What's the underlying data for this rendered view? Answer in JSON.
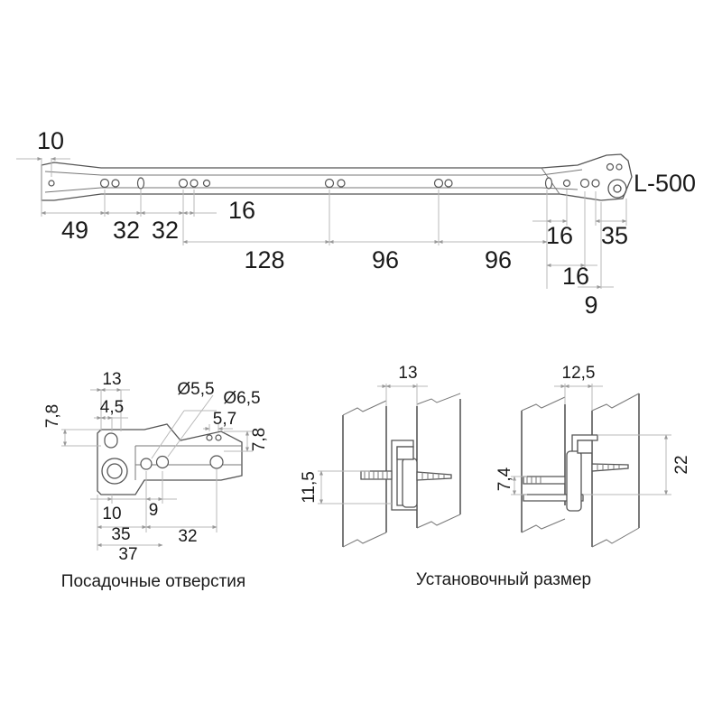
{
  "rail": {
    "length_label": "L-500",
    "top_dims": [
      "10"
    ],
    "row1": [
      "49",
      "32",
      "32",
      "16",
      "16",
      "35"
    ],
    "row2": [
      "128",
      "96",
      "96"
    ],
    "row3": [
      "16",
      "9"
    ]
  },
  "mount_holes": {
    "caption": "Посадочные отверстия",
    "labels": {
      "w13": "13",
      "w4_5": "4,5",
      "h7_8_left": "7,8",
      "d5_5": "Ø5,5",
      "d6_5": "Ø6,5",
      "w5_7": "5,7",
      "h7_8_right": "7,8",
      "w10": "10",
      "w9": "9",
      "w35": "35",
      "w32": "32",
      "w37": "37"
    }
  },
  "install_size": {
    "caption": "Установочный размер",
    "left": {
      "w13": "13",
      "h11_5": "11,5"
    },
    "right": {
      "w12_5": "12,5",
      "h7_4": "7,4",
      "h22": "22"
    }
  }
}
